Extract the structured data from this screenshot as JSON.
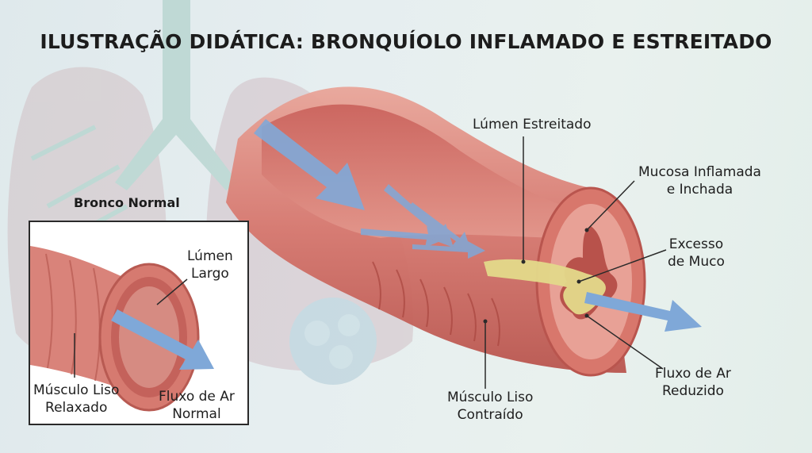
{
  "title": "ILUSTRAÇÃO DIDÁTICA: BRONQUÍOLO INFLAMADO E ESTREITADO",
  "inset": {
    "title": "Bronco Normal",
    "labels": {
      "lumen_line1": "Lúmen",
      "lumen_line2": "Largo",
      "muscle_line1": "Músculo Liso",
      "muscle_line2": "Relaxado",
      "airflow_line1": "Fluxo de Ar",
      "airflow_line2": "Normal"
    }
  },
  "main": {
    "labels": {
      "lumen": "Lúmen Estreitado",
      "mucosa_line1": "Mucosa Inflamada",
      "mucosa_line2": "e Inchada",
      "mucus_line1": "Excesso",
      "mucus_line2": "de Muco",
      "airflow_line1": "Fluxo de Ar",
      "airflow_line2": "Reduzido",
      "muscle_line1": "Músculo Liso",
      "muscle_line2": "Contraído"
    }
  },
  "colors": {
    "tissue": "#d9837a",
    "tissue_dark": "#b85a52",
    "mucosa": "#e79a8f",
    "mucus": "#e3d98a",
    "airflow": "#7fa8d8"
  }
}
